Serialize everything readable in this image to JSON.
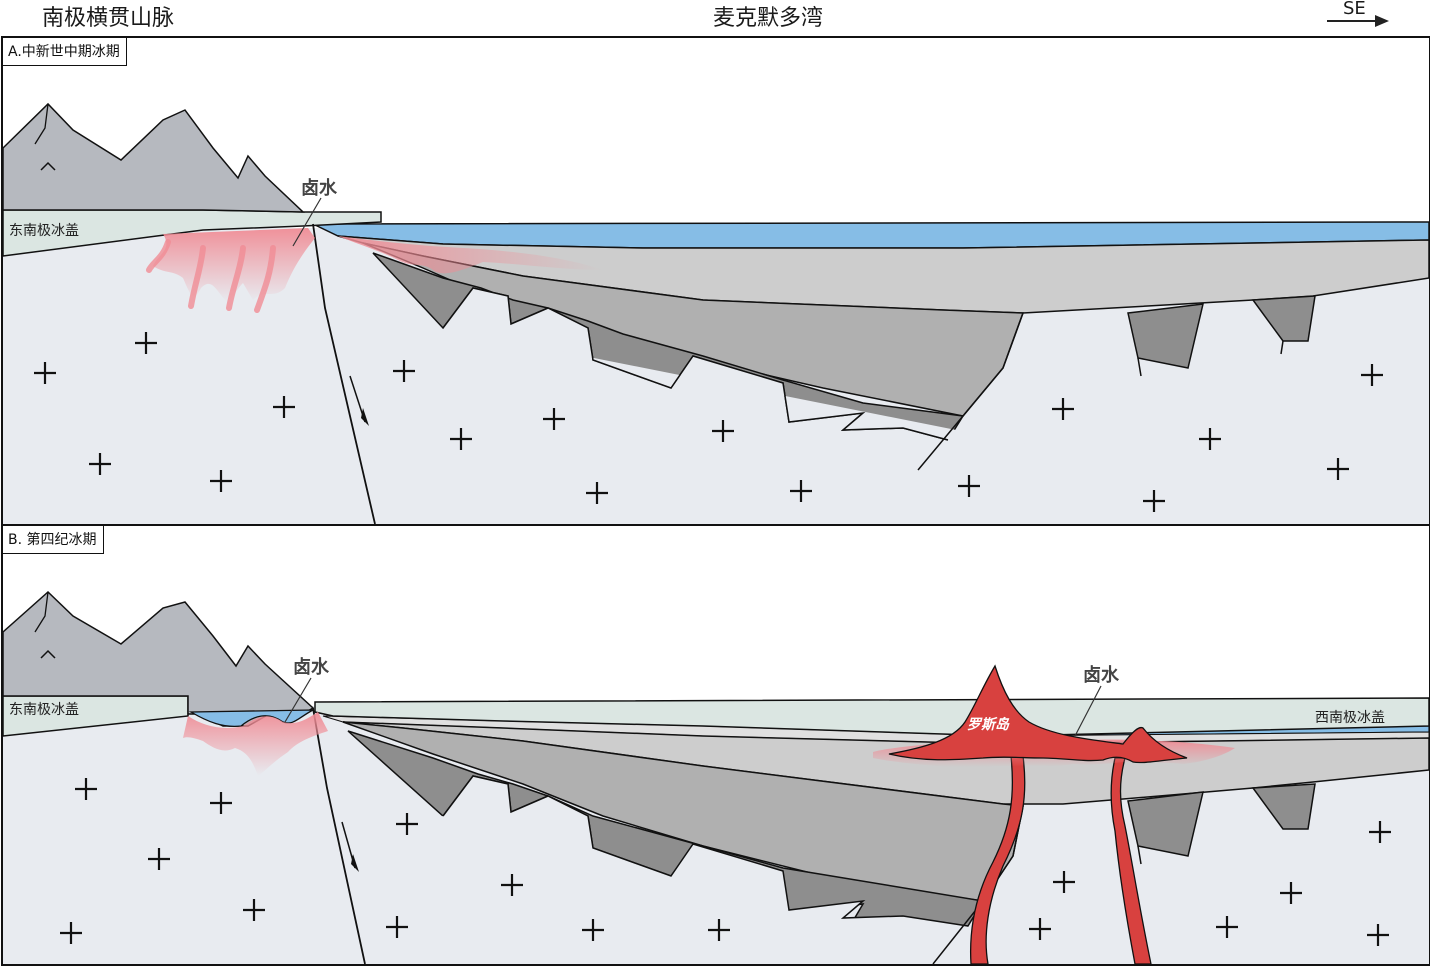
{
  "header": {
    "left_title": "南极横贯山脉",
    "center_title": "麦克默多湾",
    "direction": "SE"
  },
  "panels": [
    {
      "label": "A.中新世中期冰期",
      "labels": {
        "ice_cap_east": "东南极冰盖",
        "brine": "卤水"
      }
    },
    {
      "label": "B. 第四纪冰期",
      "labels": {
        "ice_cap_east": "东南极冰盖",
        "ice_cap_west": "西南极冰盖",
        "brine": "卤水",
        "island": "罗斯岛"
      }
    }
  ],
  "colors": {
    "basement": "#e8ebf0",
    "mountain": "#b6b9bf",
    "ice_cap": "#dbe6e2",
    "sea_water": "#86bde6",
    "sediment_light": "#cdcdcd",
    "sediment_mid": "#b0b0b0",
    "sediment_dark": "#8e8e8e",
    "brine": "#f08c95",
    "volcanic": "#d8413f"
  }
}
